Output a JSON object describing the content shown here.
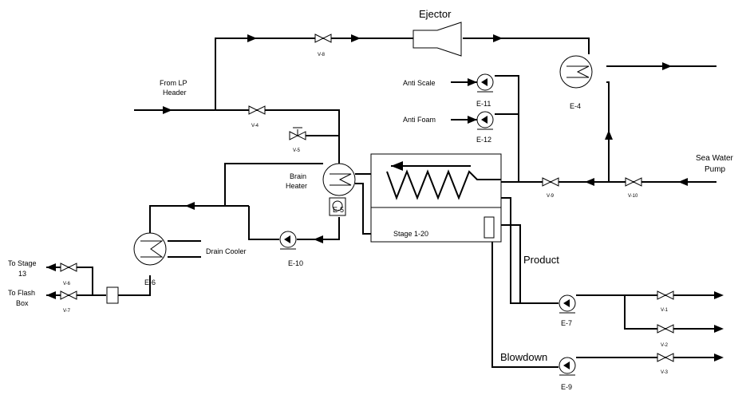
{
  "labels": {
    "ejector": "Ejector",
    "from_lp_header_1": "From LP",
    "from_lp_header_2": "Header",
    "anti_scale": "Anti Scale",
    "anti_foam": "Anti Foam",
    "sea_water_pump_1": "Sea Water",
    "sea_water_pump_2": "Pump",
    "brain_heater_1": "Brain",
    "brain_heater_2": "Heater",
    "drain_cooler": "Drain Cooler",
    "stage": "Stage 1-20",
    "product": "Product",
    "blowdown": "Blowdown",
    "to_stage_13_1": "To Stage",
    "to_stage_13_2": "13",
    "to_flash_box_1": "To Flash",
    "to_flash_box_2": "Box"
  },
  "valves": {
    "v8": "V-8",
    "v4": "V-4",
    "v5": "V-5",
    "v9": "V-9",
    "v10": "V-10",
    "v6": "V-6",
    "v7": "V-7",
    "v1": "V-1",
    "v2": "V-2",
    "v3": "V-3"
  },
  "equipment": {
    "e4": "E-4",
    "e5": "E-5",
    "e6": "E-6",
    "e7": "E-7",
    "e9": "E-9",
    "e10": "E-10",
    "e11": "E-11",
    "e12": "E-12"
  }
}
